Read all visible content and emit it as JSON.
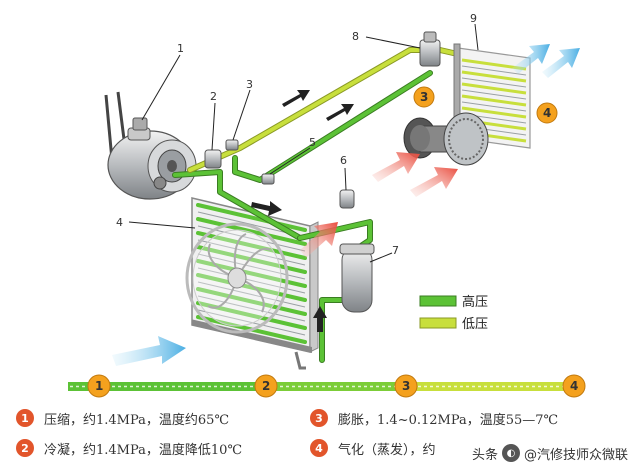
{
  "colors": {
    "high_pressure": "#5cc236",
    "low_pressure": "#c8df3c",
    "step_circle": "#e2552b",
    "badge": "#f4a11e",
    "hot_air": "#e94a3c",
    "cold_air": "#5ab6e6"
  },
  "callouts": [
    "1",
    "2",
    "3",
    "4",
    "5",
    "6",
    "7",
    "8",
    "9"
  ],
  "badges": [
    "3",
    "4"
  ],
  "legend": {
    "high_pressure_label": "高压",
    "low_pressure_label": "低压"
  },
  "timeline": [
    "1",
    "2",
    "3",
    "4"
  ],
  "steps": [
    {
      "num": "1",
      "text": "压缩，约1.4MPa，温度约65℃"
    },
    {
      "num": "2",
      "text": "冷凝，约1.4MPa，温度降低10℃"
    },
    {
      "num": "3",
      "text": "膨胀，1.4~0.12MPa，温度55—7℃"
    },
    {
      "num": "4",
      "text": "气化（蒸发），约"
    }
  ],
  "watermark": {
    "platform": "头条",
    "account": "@汽修技师众微联",
    "icon": "toutiao-logo-icon"
  }
}
